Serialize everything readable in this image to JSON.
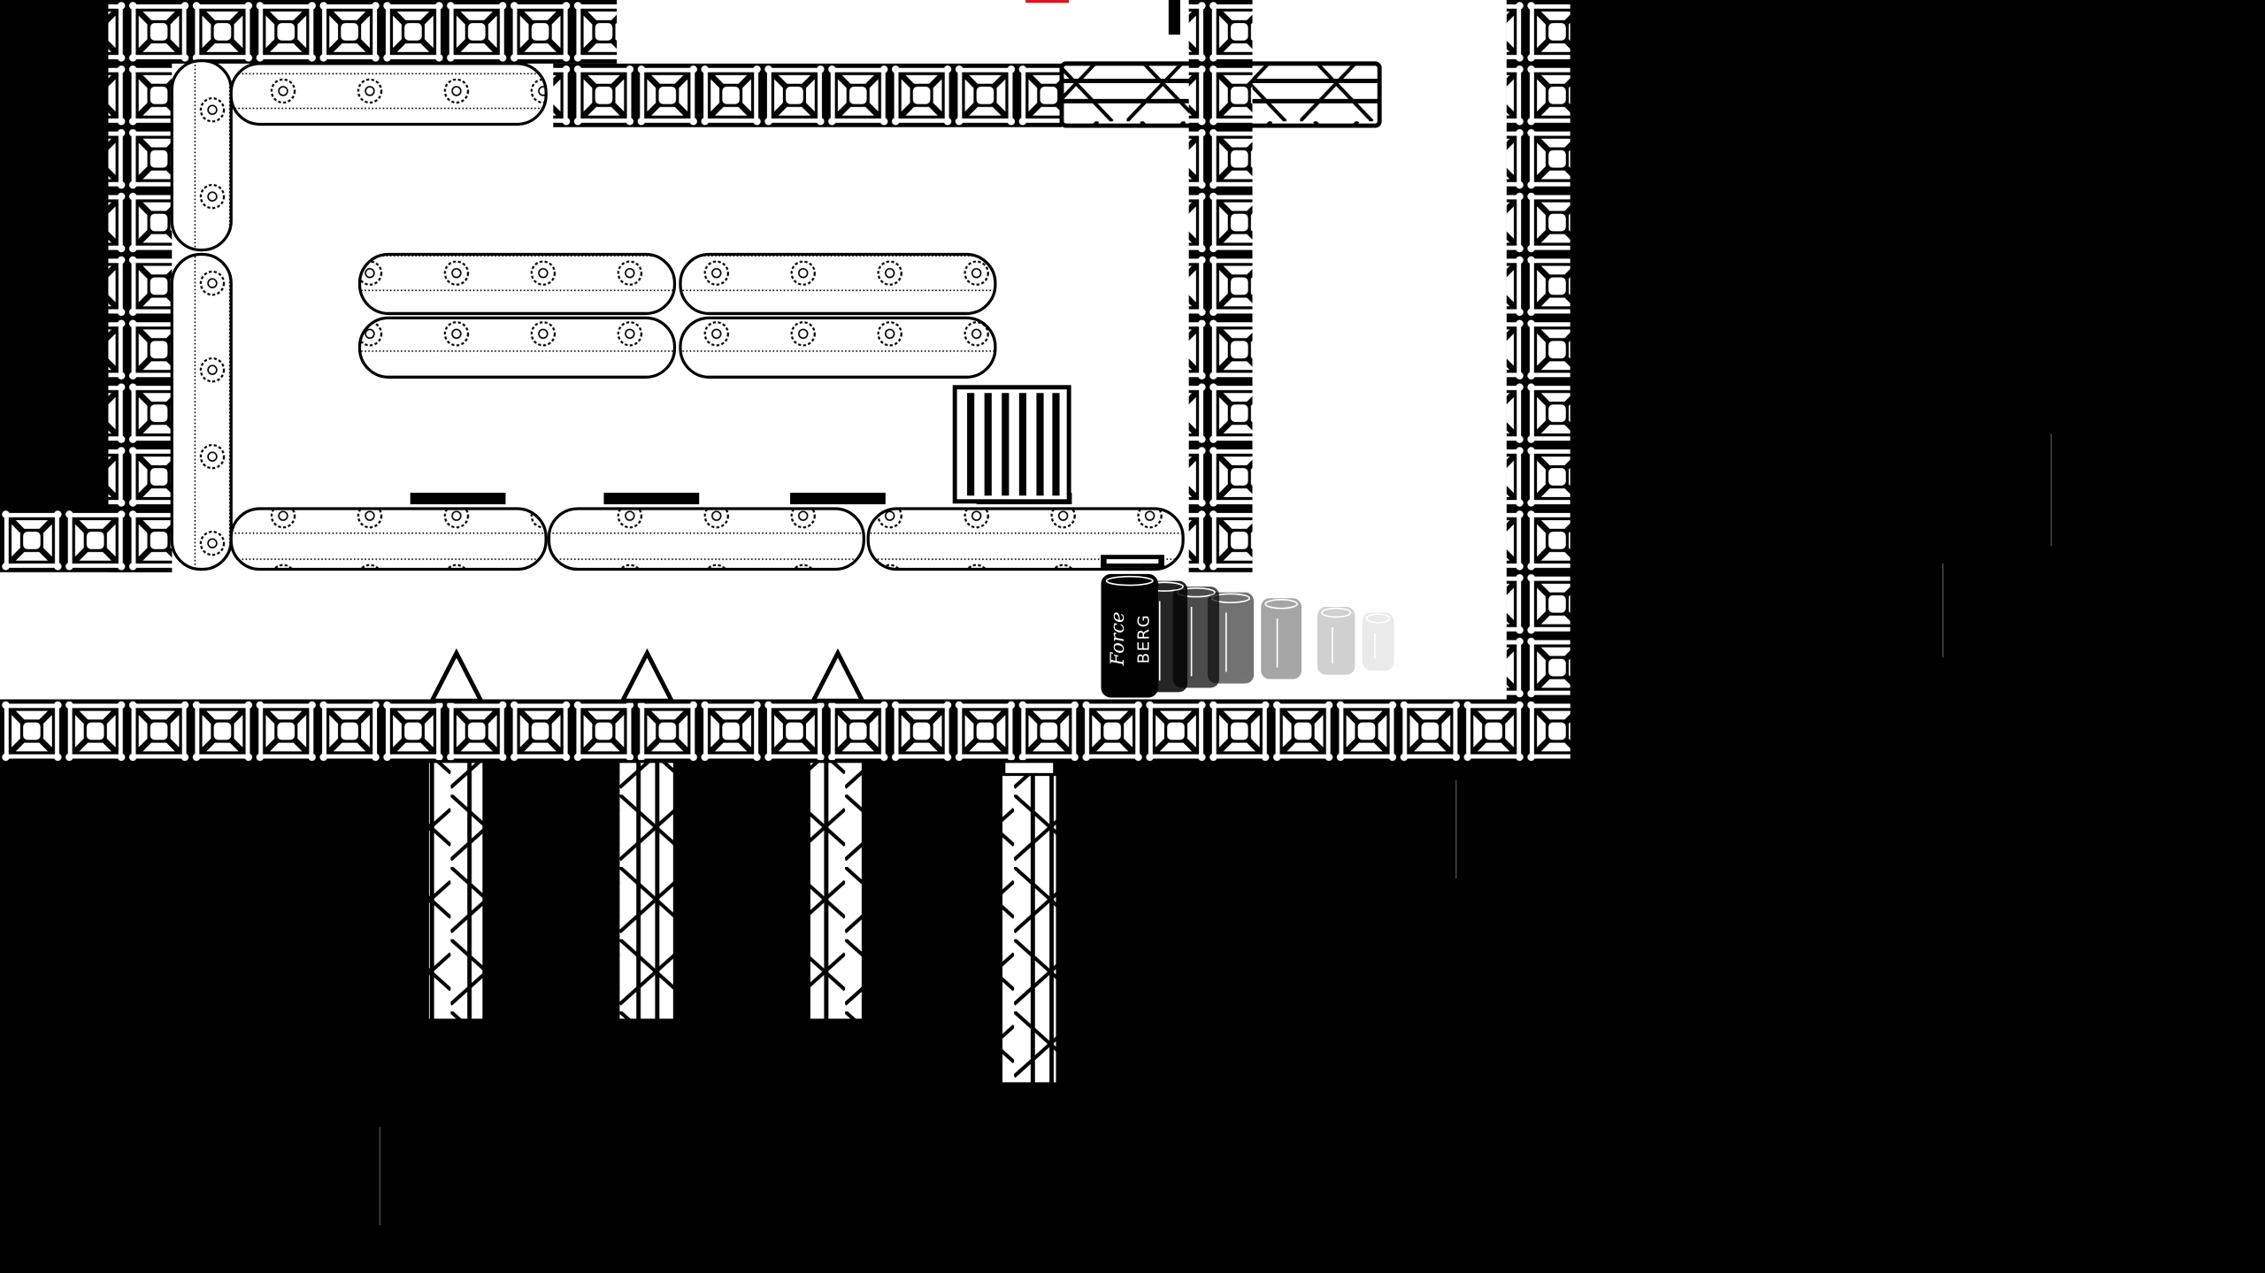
{
  "game": {
    "scene": "factory-level",
    "colors": {
      "background": "#000000",
      "room": "#ffffff",
      "structure": "#000000",
      "health_bar": "#e8101e"
    },
    "cans": {
      "logo_script": "Force",
      "logo_brand": "BERG",
      "trail_opacity": [
        1,
        0.85,
        0.7,
        0.55,
        0.35,
        0.18,
        0.08
      ]
    },
    "spikes_count": 3,
    "conveyors_count": 10
  }
}
